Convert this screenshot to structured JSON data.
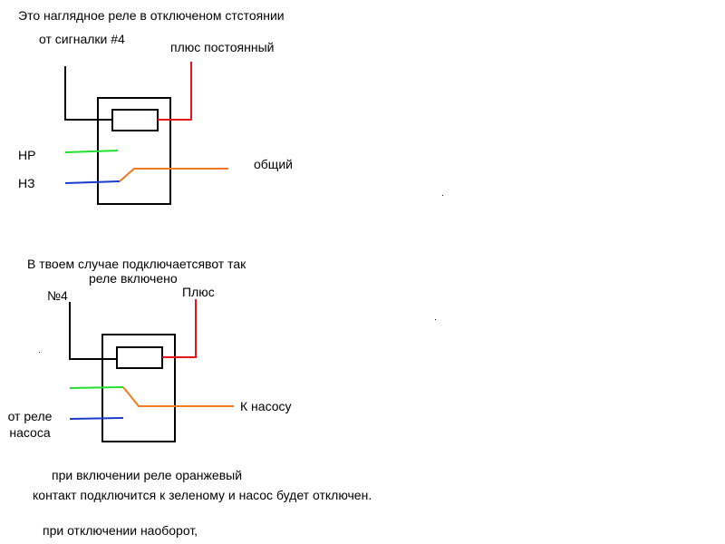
{
  "colors": {
    "background": "#ffffff",
    "outline": "#000000",
    "signal_wire": "#000000",
    "plus_wire": "#e8141a",
    "no_wire": "#22e030",
    "nc_wire": "#1a3ccc",
    "common_wire": "#f07a20"
  },
  "diagram_off": {
    "caption": "Это наглядное реле в отключеном стстоянии",
    "signal_label": "от сигналки #4",
    "plus_label": "плюс постоянный",
    "no_label": "НР",
    "nc_label": "НЗ",
    "common_label": "общий"
  },
  "diagram_on": {
    "caption": "В твоем случае подключаетсявот так",
    "state_label": "реле включено",
    "signal_label": "№4",
    "plus_label": "Плюс",
    "source_label_line1": "от реле",
    "source_label_line2": "насоса",
    "output_label": "К насосу"
  },
  "notes": {
    "line1": "при включении реле оранжевый",
    "line2": "контакт подключится к зеленому и насос будет отключен.",
    "line3": "при отключении наоборот,"
  }
}
